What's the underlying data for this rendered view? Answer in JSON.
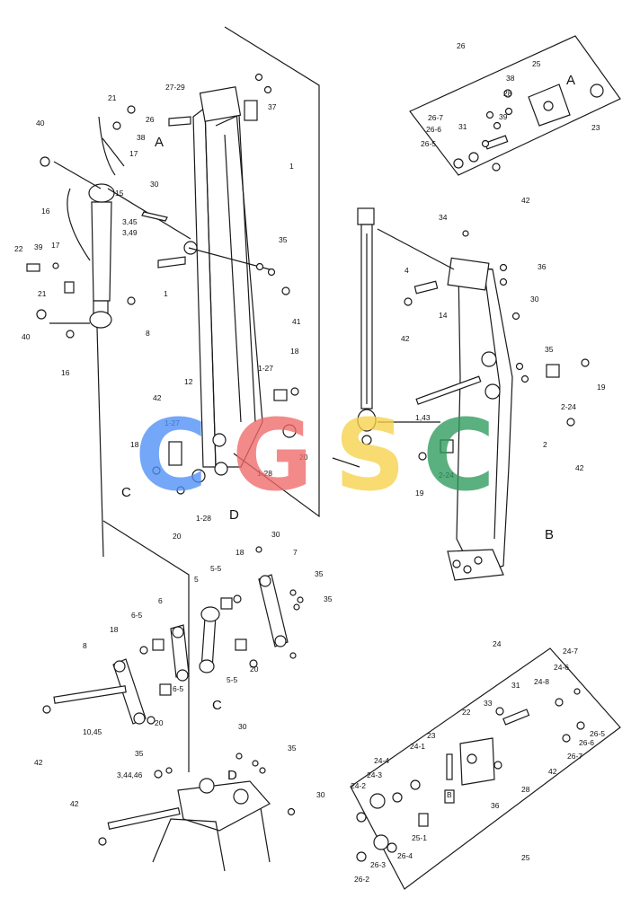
{
  "watermark": {
    "letters": [
      "C",
      "G",
      "S",
      "C"
    ],
    "colors": [
      "#4f8ff7",
      "#f06a6a",
      "#f7d24a",
      "#2e9a5c"
    ]
  },
  "callouts": {
    "A": "A",
    "B": "B",
    "C": "C",
    "D": "D"
  },
  "part_labels": [
    "40",
    "21",
    "26",
    "38",
    "17",
    "15",
    "16",
    "22",
    "39",
    "17",
    "21",
    "40",
    "16",
    "3,45",
    "3,49",
    "27-29",
    "37",
    "1",
    "30",
    "1",
    "35",
    "41",
    "8",
    "42",
    "12",
    "18",
    "1-27",
    "1-27",
    "18",
    "20",
    "1-28",
    "20",
    "1-28",
    "4",
    "34",
    "36",
    "14",
    "42",
    "30",
    "35",
    "19",
    "2-24",
    "2-24",
    "19",
    "1,43",
    "42",
    "2",
    "26",
    "25",
    "28",
    "38",
    "39",
    "31",
    "26-7",
    "26-6",
    "26-5",
    "23",
    "42",
    "30",
    "7",
    "18",
    "5-5",
    "35",
    "35",
    "5",
    "6-5",
    "6",
    "18",
    "8",
    "20",
    "5-5",
    "20",
    "6-5",
    "10,45",
    "42",
    "30",
    "35",
    "35",
    "3,44,46",
    "42",
    "30",
    "24",
    "24-7",
    "24-6",
    "24-8",
    "33",
    "31",
    "22",
    "23",
    "24-1",
    "24-4",
    "24-3",
    "24-2",
    "B",
    "28",
    "42",
    "36",
    "26-7",
    "26-6",
    "26-5",
    "25-1",
    "26-4",
    "26-3",
    "26-2",
    "25"
  ]
}
